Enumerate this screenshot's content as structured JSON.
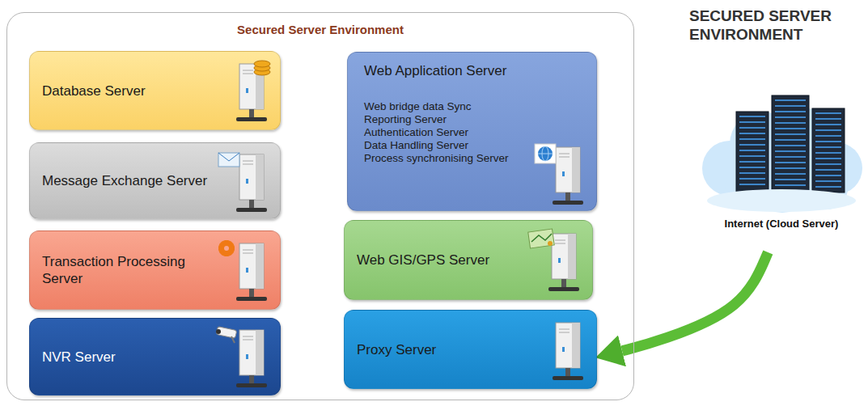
{
  "diagram": {
    "title": "SECURED SERVER ENVIRONMENT",
    "nodes": [
      {
        "text": [
          "Secured Server Environment"
        ]
      },
      {
        "text": [
          "Database Server"
        ],
        "in": 0
      },
      {
        "text": [
          "Message Exchange Server"
        ],
        "in": 0
      },
      {
        "text": [
          "Transaction Processing Server"
        ],
        "in": 0
      },
      {
        "text": [
          "NVR Server"
        ],
        "in": 0
      },
      {
        "text": [
          "Web Application Server",
          "Web bridge data Sync",
          "Reporting Server",
          "Authentication Server",
          "Data Handling Server",
          "Process synchronising Server"
        ],
        "in": 0
      },
      {
        "text": [
          "Web GIS/GPS Server"
        ],
        "in": 0
      },
      {
        "text": [
          "Proxy Server"
        ],
        "in": 0
      },
      {
        "text": [
          "Internet (Cloud Server)"
        ]
      }
    ],
    "edges": [
      {
        "from": 8,
        "to": 7,
        "arrow": "to"
      }
    ]
  }
}
